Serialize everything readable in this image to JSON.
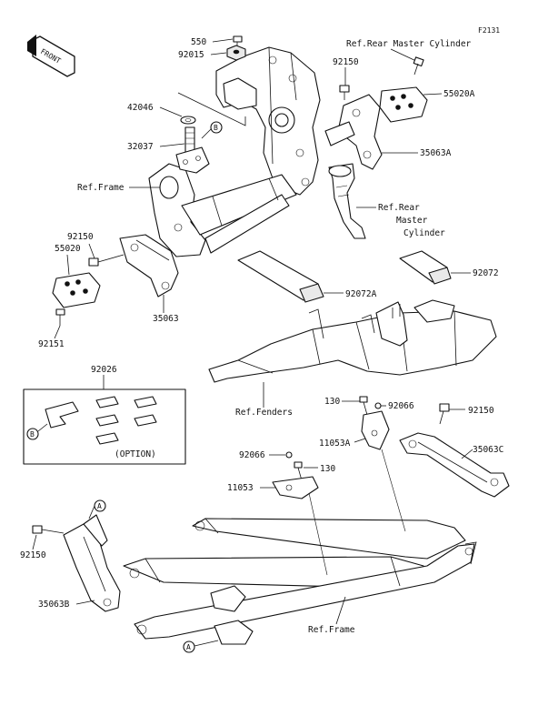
{
  "diagram_code": "F2131",
  "front_badge": "FRONT",
  "labels": {
    "p550": "550",
    "p92015": "92015",
    "ref_rear_master_cyl_top": "Ref.Rear Master Cylinder",
    "p92150_top": "92150",
    "p55020A": "55020A",
    "p42046": "42046",
    "p32037": "32037",
    "p35063A": "35063A",
    "ref_frame_top": "Ref.Frame",
    "ref_rear_1": "Ref.Rear",
    "ref_rear_2": "Master",
    "ref_rear_3": "Cylinder",
    "p92150_left": "92150",
    "p55020": "55020",
    "p92072": "92072",
    "p92072A": "92072A",
    "p35063": "35063",
    "p92151": "92151",
    "p92026": "92026",
    "option": "(OPTION)",
    "ref_fenders": "Ref.Fenders",
    "p130_top": "130",
    "p92066_top": "92066",
    "p92150_right": "92150",
    "p11053A": "11053A",
    "p35063C": "35063C",
    "p92066_mid": "92066",
    "p130_mid": "130",
    "p11053": "11053",
    "p92150_bottom": "92150",
    "p35063B": "35063B",
    "ref_frame_bottom": "Ref.Frame"
  },
  "callouts": {
    "B": "B",
    "A": "A"
  }
}
